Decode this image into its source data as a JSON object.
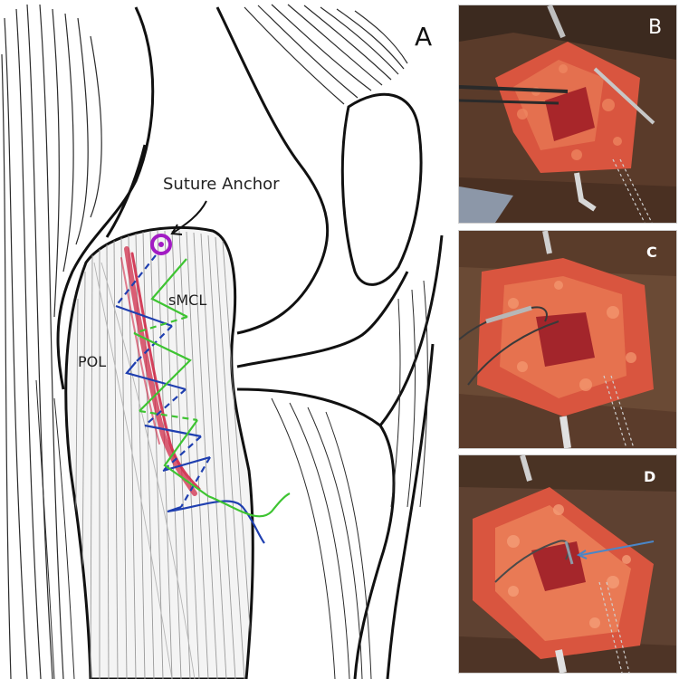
{
  "panels": {
    "a": {
      "letter": "A"
    },
    "b": {
      "letter": "B"
    },
    "c": {
      "letter": "C"
    },
    "d": {
      "letter": "D"
    }
  },
  "labels": {
    "suture_anchor": "Suture Anchor",
    "smcl": "sMCL",
    "pol": "POL"
  },
  "colors": {
    "suture_green": "#3ec432",
    "suture_blue": "#1f3fb0",
    "anchor_purple": "#a21bc4",
    "tissue": "#d9553f"
  }
}
